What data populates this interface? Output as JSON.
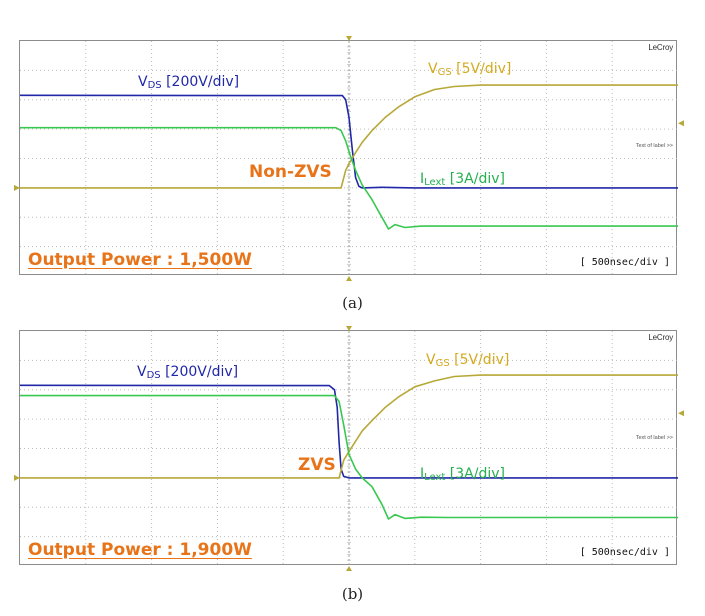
{
  "panels": [
    {
      "brand": "LeCroy",
      "text_label": "Text of label >>",
      "timebase": "[ 500nsec/div ]",
      "output_power": "Output Power : 1,500W",
      "annotation": "Non-ZVS",
      "caption": "(a)",
      "vds": {
        "name": "V",
        "sub": "DS",
        "scale": " [200V/div]"
      },
      "vgs": {
        "name": "V",
        "sub": "GS",
        "scale": " [5V/div]"
      },
      "ilext": {
        "name": "I",
        "sub": "Lext",
        "scale": " [3A/div]"
      }
    },
    {
      "brand": "LeCroy",
      "text_label": "Text of label >>",
      "timebase": "[ 500nsec/div ]",
      "output_power": "Output Power : 1,900W",
      "annotation": "ZVS",
      "caption": "(b)",
      "vds": {
        "name": "V",
        "sub": "DS",
        "scale": " [200V/div]"
      },
      "vgs": {
        "name": "V",
        "sub": "GS",
        "scale": " [5V/div]"
      },
      "ilext": {
        "name": "I",
        "sub": "Lext",
        "scale": " [3A/div]"
      }
    }
  ],
  "colors": {
    "vds": "#2028a8",
    "vgs": "#b8a838",
    "ilext": "#38c850",
    "grid": "#bcbcbc",
    "annotation": "#e8741a"
  },
  "chart_data": [
    {
      "type": "line",
      "x_divisions": 10,
      "y_divisions": 8,
      "grid": true,
      "x_unit": "div",
      "y_unit": "div",
      "series": [
        {
          "name": "VDS [200V/div]",
          "color": "#2028a8",
          "x": [
            0,
            4.9,
            4.95,
            5.0,
            5.05,
            5.1,
            5.15,
            5.2,
            5.5,
            6.0,
            7.0,
            10.0
          ],
          "y": [
            6.15,
            6.14,
            6.0,
            5.4,
            4.3,
            3.35,
            3.05,
            3.0,
            3.02,
            3.0,
            3.0,
            3.0
          ]
        },
        {
          "name": "VGS [5V/div]",
          "color": "#b8a838",
          "x": [
            0,
            4.88,
            4.95,
            5.02,
            5.1,
            5.2,
            5.35,
            5.55,
            5.75,
            6.0,
            6.3,
            6.6,
            7.0,
            10.0
          ],
          "y": [
            3.0,
            3.0,
            3.6,
            3.9,
            4.2,
            4.55,
            4.95,
            5.4,
            5.75,
            6.1,
            6.35,
            6.45,
            6.5,
            6.5
          ]
        },
        {
          "name": "ILext [3A/div]",
          "color": "#38c850",
          "x": [
            0,
            4.8,
            4.88,
            4.95,
            5.02,
            5.1,
            5.2,
            5.35,
            5.5,
            5.6,
            5.7,
            5.85,
            6.1,
            6.5,
            10.0
          ],
          "y": [
            5.05,
            5.05,
            4.95,
            4.6,
            4.1,
            3.6,
            3.1,
            2.6,
            2.0,
            1.6,
            1.75,
            1.65,
            1.7,
            1.7,
            1.7
          ]
        }
      ]
    },
    {
      "type": "line",
      "x_divisions": 10,
      "y_divisions": 8,
      "grid": true,
      "x_unit": "div",
      "y_unit": "div",
      "series": [
        {
          "name": "VDS [200V/div]",
          "color": "#2028a8",
          "x": [
            0,
            4.7,
            4.78,
            4.82,
            4.85,
            4.88,
            4.92,
            5.0,
            5.5,
            6.0,
            10.0
          ],
          "y": [
            6.15,
            6.14,
            6.0,
            5.4,
            4.2,
            3.3,
            3.05,
            3.0,
            3.0,
            3.0,
            3.0
          ]
        },
        {
          "name": "VGS [5V/div]",
          "color": "#b8a838",
          "x": [
            0,
            4.85,
            4.92,
            5.0,
            5.1,
            5.2,
            5.35,
            5.55,
            5.75,
            6.0,
            6.3,
            6.6,
            7.0,
            10.0
          ],
          "y": [
            3.0,
            3.0,
            3.6,
            3.9,
            4.25,
            4.6,
            4.95,
            5.4,
            5.75,
            6.1,
            6.3,
            6.45,
            6.5,
            6.5
          ]
        },
        {
          "name": "ILext [3A/div]",
          "color": "#38c850",
          "x": [
            0,
            4.78,
            4.85,
            4.92,
            5.0,
            5.1,
            5.2,
            5.35,
            5.5,
            5.6,
            5.7,
            5.85,
            6.1,
            6.5,
            10.0
          ],
          "y": [
            5.8,
            5.8,
            5.6,
            4.8,
            3.8,
            3.3,
            3.0,
            2.7,
            2.1,
            1.6,
            1.75,
            1.62,
            1.66,
            1.65,
            1.65
          ]
        }
      ]
    }
  ]
}
